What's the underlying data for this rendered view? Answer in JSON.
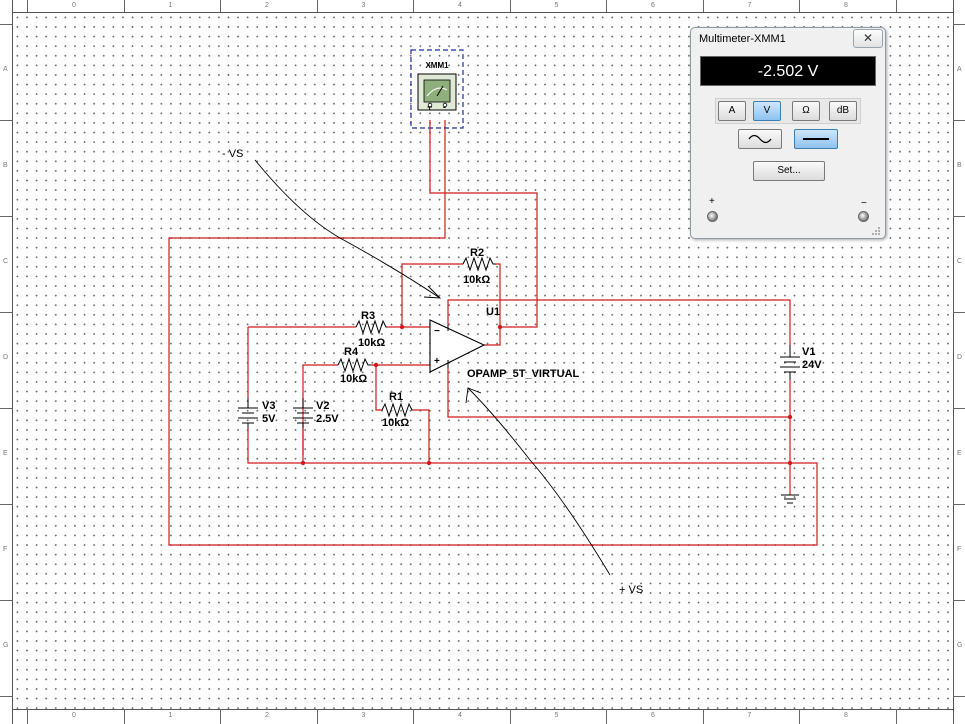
{
  "multimeter": {
    "title": "Multimeter-XMM1",
    "close_glyph": "✕",
    "reading": "-2.502 V",
    "units": [
      "A",
      "V",
      "Ω",
      "dB"
    ],
    "active_unit": "V",
    "mode_icons": [
      "ac-wave-icon",
      "dc-line-icon"
    ],
    "active_mode": "dc",
    "set_label": "Set...",
    "plus_label": "+",
    "minus_label": "−"
  },
  "schematic": {
    "ruler_columns": [
      "0",
      "1",
      "2",
      "3",
      "4",
      "5",
      "6",
      "7",
      "8"
    ],
    "ruler_rows": [
      "A",
      "B",
      "C",
      "D",
      "E",
      "F",
      "G"
    ],
    "instrument": {
      "ref": "XMM1",
      "plus": "+",
      "minus": "-"
    },
    "resistors": [
      {
        "ref": "R2",
        "value": "10kΩ"
      },
      {
        "ref": "R3",
        "value": "10kΩ"
      },
      {
        "ref": "R4",
        "value": "10kΩ"
      },
      {
        "ref": "R1",
        "value": "10kΩ"
      }
    ],
    "opamp": {
      "ref": "U1",
      "model": "OPAMP_5T_VIRTUAL",
      "minus": "−",
      "plus": "+"
    },
    "sources": [
      {
        "ref": "V1",
        "value": "24V"
      },
      {
        "ref": "V2",
        "value": "2.5V"
      },
      {
        "ref": "V3",
        "value": "5V"
      }
    ],
    "annotations": {
      "neg_supply": "- VS",
      "pos_supply": "+ VS"
    },
    "colors": {
      "wire": "#d21a1a",
      "component": "#000000",
      "selection": "#1a2fa0",
      "meter_face": "#6b8f5a"
    }
  }
}
